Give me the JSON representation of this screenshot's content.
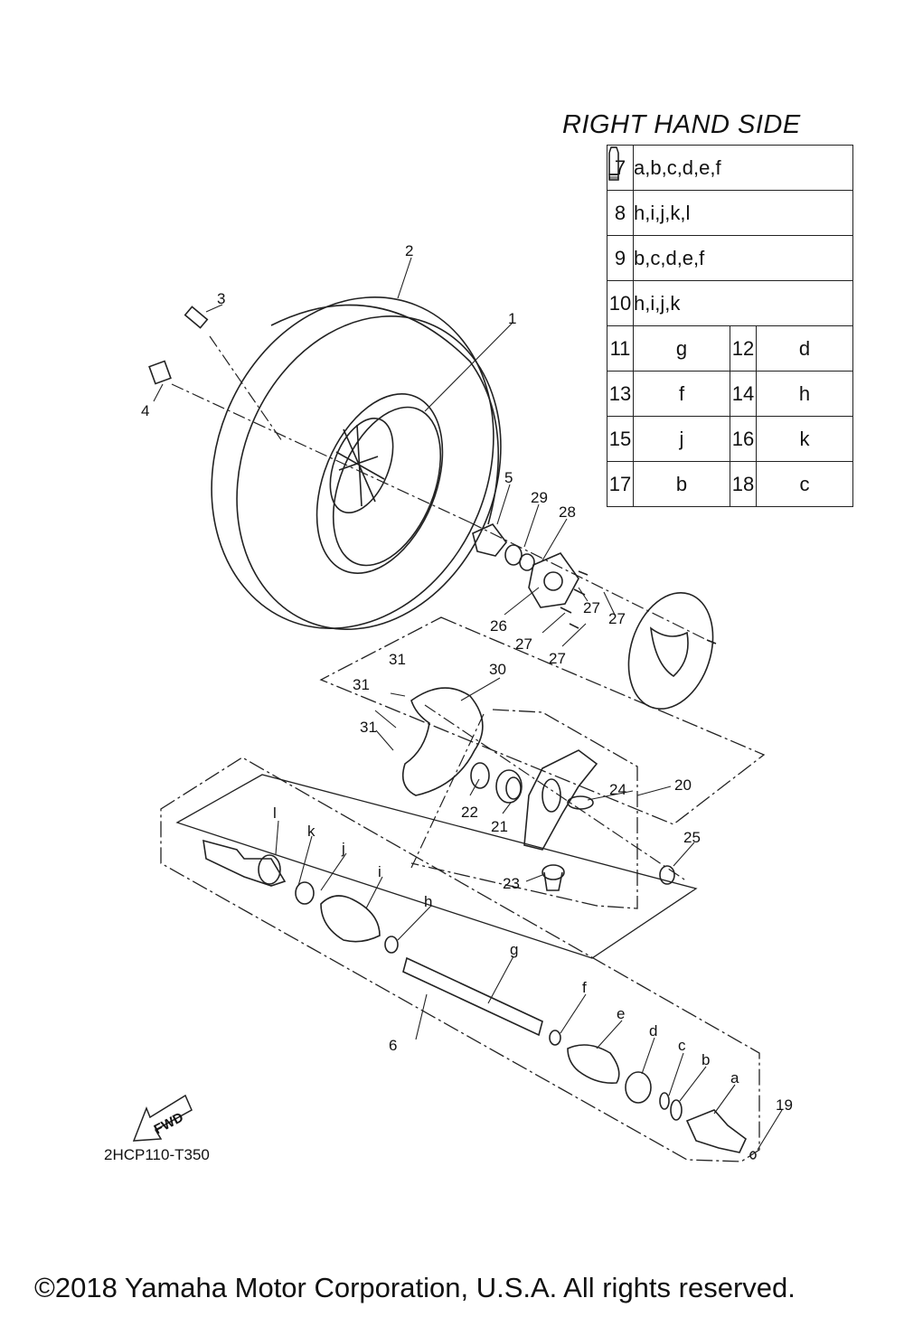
{
  "heading": "RIGHT HAND SIDE",
  "table_wide": [
    {
      "num": "7",
      "value": "a,b,c,d,e,f",
      "icon": "grease-tube-icon"
    },
    {
      "num": "8",
      "value": "h,i,j,k,l",
      "icon": "grease-tube-icon"
    },
    {
      "num": "9",
      "value": "b,c,d,e,f",
      "icon": "grease-tube-icon"
    },
    {
      "num": "10",
      "value": "h,i,j,k",
      "icon": "grease-tube-icon"
    }
  ],
  "table_pairs": [
    [
      {
        "num": "11",
        "value": "g"
      },
      {
        "num": "12",
        "value": "d"
      }
    ],
    [
      {
        "num": "13",
        "value": "f"
      },
      {
        "num": "14",
        "value": "h"
      }
    ],
    [
      {
        "num": "15",
        "value": "j"
      },
      {
        "num": "16",
        "value": "k"
      }
    ],
    [
      {
        "num": "17",
        "value": "b"
      },
      {
        "num": "18",
        "value": "c"
      }
    ]
  ],
  "callouts": [
    "1",
    "2",
    "3",
    "4",
    "5",
    "6",
    "19",
    "20",
    "21",
    "22",
    "23",
    "24",
    "25",
    "26",
    "27",
    "27",
    "27",
    "27",
    "28",
    "29",
    "30",
    "31",
    "31",
    "31",
    "a",
    "b",
    "c",
    "d",
    "e",
    "f",
    "g",
    "h",
    "i",
    "j",
    "k",
    "l"
  ],
  "fwd_label": "FWD",
  "diagram_code": "2HCP110-T350",
  "copyright": "©2018 Yamaha Motor Corporation, U.S.A. All rights reserved."
}
